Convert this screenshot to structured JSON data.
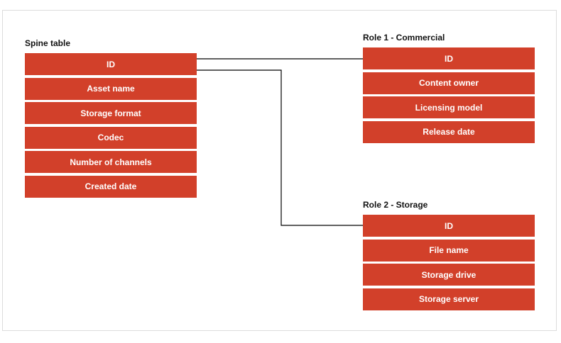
{
  "spine": {
    "title": "Spine table",
    "rows": [
      "ID",
      "Asset name",
      "Storage format",
      "Codec",
      "Number of channels",
      "Created date"
    ]
  },
  "role1": {
    "title": "Role 1 - Commercial",
    "rows": [
      "ID",
      "Content owner",
      "Licensing model",
      "Release date"
    ]
  },
  "role2": {
    "title": "Role 2 - Storage",
    "rows": [
      "ID",
      "File name",
      "Storage drive",
      "Storage server"
    ]
  },
  "colors": {
    "row": "#d2402a",
    "text": "#ffffff",
    "line": "#000000"
  }
}
